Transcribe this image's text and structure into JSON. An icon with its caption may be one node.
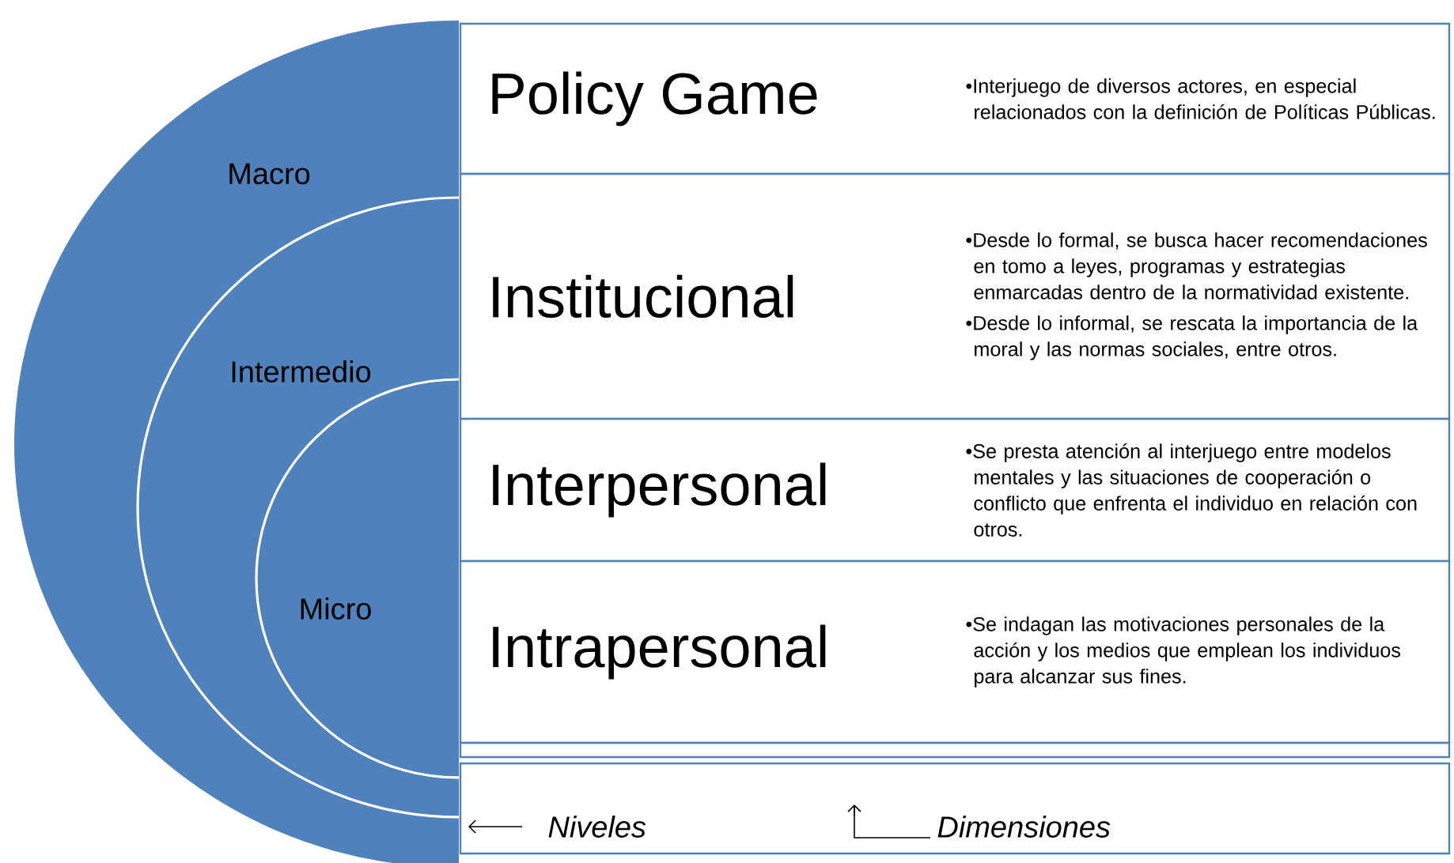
{
  "diagram": {
    "nodes": [
      {
        "text": [
          "Macro"
        ]
      },
      {
        "text": [
          "Intermedio"
        ],
        "in": 0
      },
      {
        "text": [
          "Micro"
        ],
        "in": 1
      },
      {
        "text": [
          "Policy Game",
          "•Interjuego de diversos actores, en especial relacionados con la definición de Políticas Públicas."
        ]
      },
      {
        "text": [
          "Institucional",
          "•Desde lo formal, se busca hacer recomendaciones en tomo a leyes, programas y estrategias enmarcadas dentro de la normatividad existente.",
          "•Desde lo informal, se rescata la importancia de la moral y las normas sociales, entre otros."
        ]
      },
      {
        "text": [
          "Interpersonal",
          "•Se presta atención al interjuego entre modelos mentales y las situaciones de cooperación o conflicto que enfrenta el individuo en relación con otros."
        ]
      },
      {
        "text": [
          "Intrapersonal",
          "•Se indagan las motivaciones personales de la acción y los medios que emplean los individuos para alcanzar sus fines."
        ]
      }
    ],
    "legend": [
      {
        "text": "Niveles"
      },
      {
        "text": "Dimensiones"
      }
    ]
  }
}
